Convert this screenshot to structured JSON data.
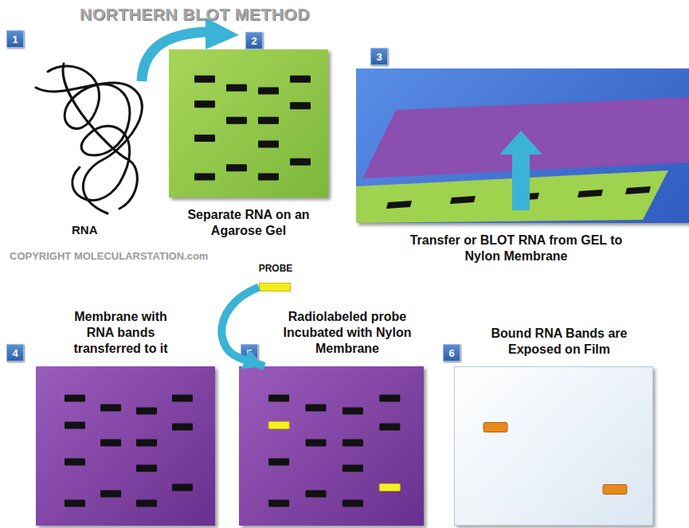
{
  "diagram": {
    "title": "NORTHERN BLOT METHOD",
    "nodes": [
      {
        "text": [
          "1"
        ]
      },
      {
        "text": [
          "2"
        ]
      },
      {
        "text": [
          "Separate RNA on an Agarose Gel"
        ]
      },
      {
        "text": [
          "3"
        ]
      },
      {
        "text": [
          "Transfer or BLOT RNA from GEL to Nylon Membrane"
        ]
      },
      {
        "text": [
          "4"
        ]
      },
      {
        "text": [
          "Membrane with RNA bands transferred to it"
        ]
      },
      {
        "text": [
          "5"
        ]
      },
      {
        "text": [
          "Radiolabeled probe Incubated with Nylon Membrane"
        ]
      },
      {
        "text": [
          "6"
        ]
      },
      {
        "text": [
          "Bound RNA Bands are Exposed on Film"
        ]
      },
      {
        "text": [
          "PROBE"
        ]
      }
    ],
    "edges": [
      {
        "from": 11,
        "to": 8,
        "arrow": "to"
      }
    ],
    "labels": [
      "RNA",
      "COPYRIGHT MOLECULARSTATION.com"
    ]
  }
}
